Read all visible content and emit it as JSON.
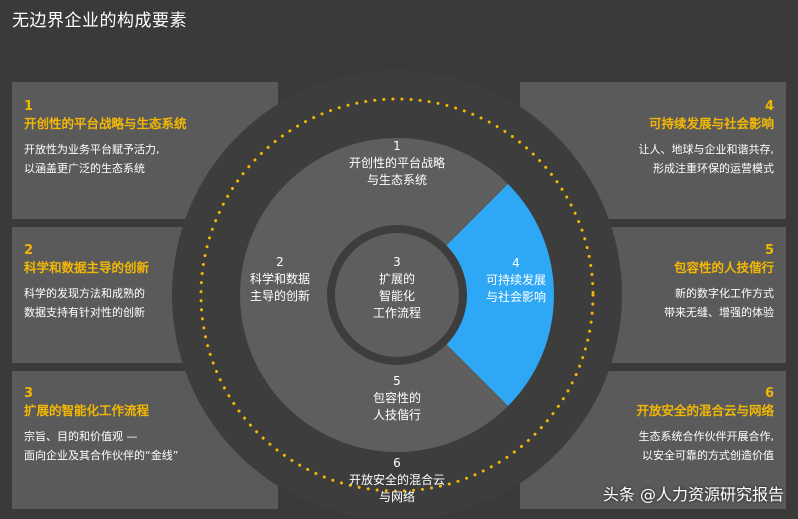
{
  "page_title": "无边界企业的构成要素",
  "panels": [
    {
      "num": "1",
      "title": "开创性的平台战略与生态系统",
      "desc": "开放性为业务平台赋予活力,\n以涵盖更广泛的生态系统"
    },
    {
      "num": "2",
      "title": "科学和数据主导的创新",
      "desc": "科学的发现方法和成熟的\n数据支持有针对性的创新"
    },
    {
      "num": "3",
      "title": "扩展的智能化工作流程",
      "desc": "宗旨、目的和价值观 —\n面向企业及其合作伙伴的“金线”"
    },
    {
      "num": "4",
      "title": "可持续发展与社会影响",
      "desc": "让人、地球与企业和谐共存,\n形成注重环保的运营模式"
    },
    {
      "num": "5",
      "title": "包容性的人技偕行",
      "desc": "新的数字化工作方式\n带来无缝、增强的体验"
    },
    {
      "num": "6",
      "title": "开放安全的混合云与网络",
      "desc": "生态系统合作伙伴开展合作,\n以安全可靠的方式创造价值"
    }
  ],
  "wheel": {
    "segments": [
      {
        "label": "1\n开创性的平台战略\n与生态系统"
      },
      {
        "label": "2\n科学和数据\n主导的创新"
      },
      {
        "label": "3\n扩展的\n智能化\n工作流程"
      },
      {
        "label": "4\n可持续发展\n与社会影响"
      },
      {
        "label": "5\n包容性的\n人技偕行"
      },
      {
        "label": "6\n开放安全的混合云\n与网络"
      }
    ],
    "highlight_segment": "4"
  },
  "colors": {
    "background": "#3a3a3a",
    "panel": "#5a5a5a",
    "accent_yellow": "#f2b705",
    "highlight_blue": "#2ea8f5",
    "ring_dark": "#3d3d3d",
    "segment_gray": "#5e5e5e"
  },
  "watermark": "头条 @人力资源研究报告"
}
